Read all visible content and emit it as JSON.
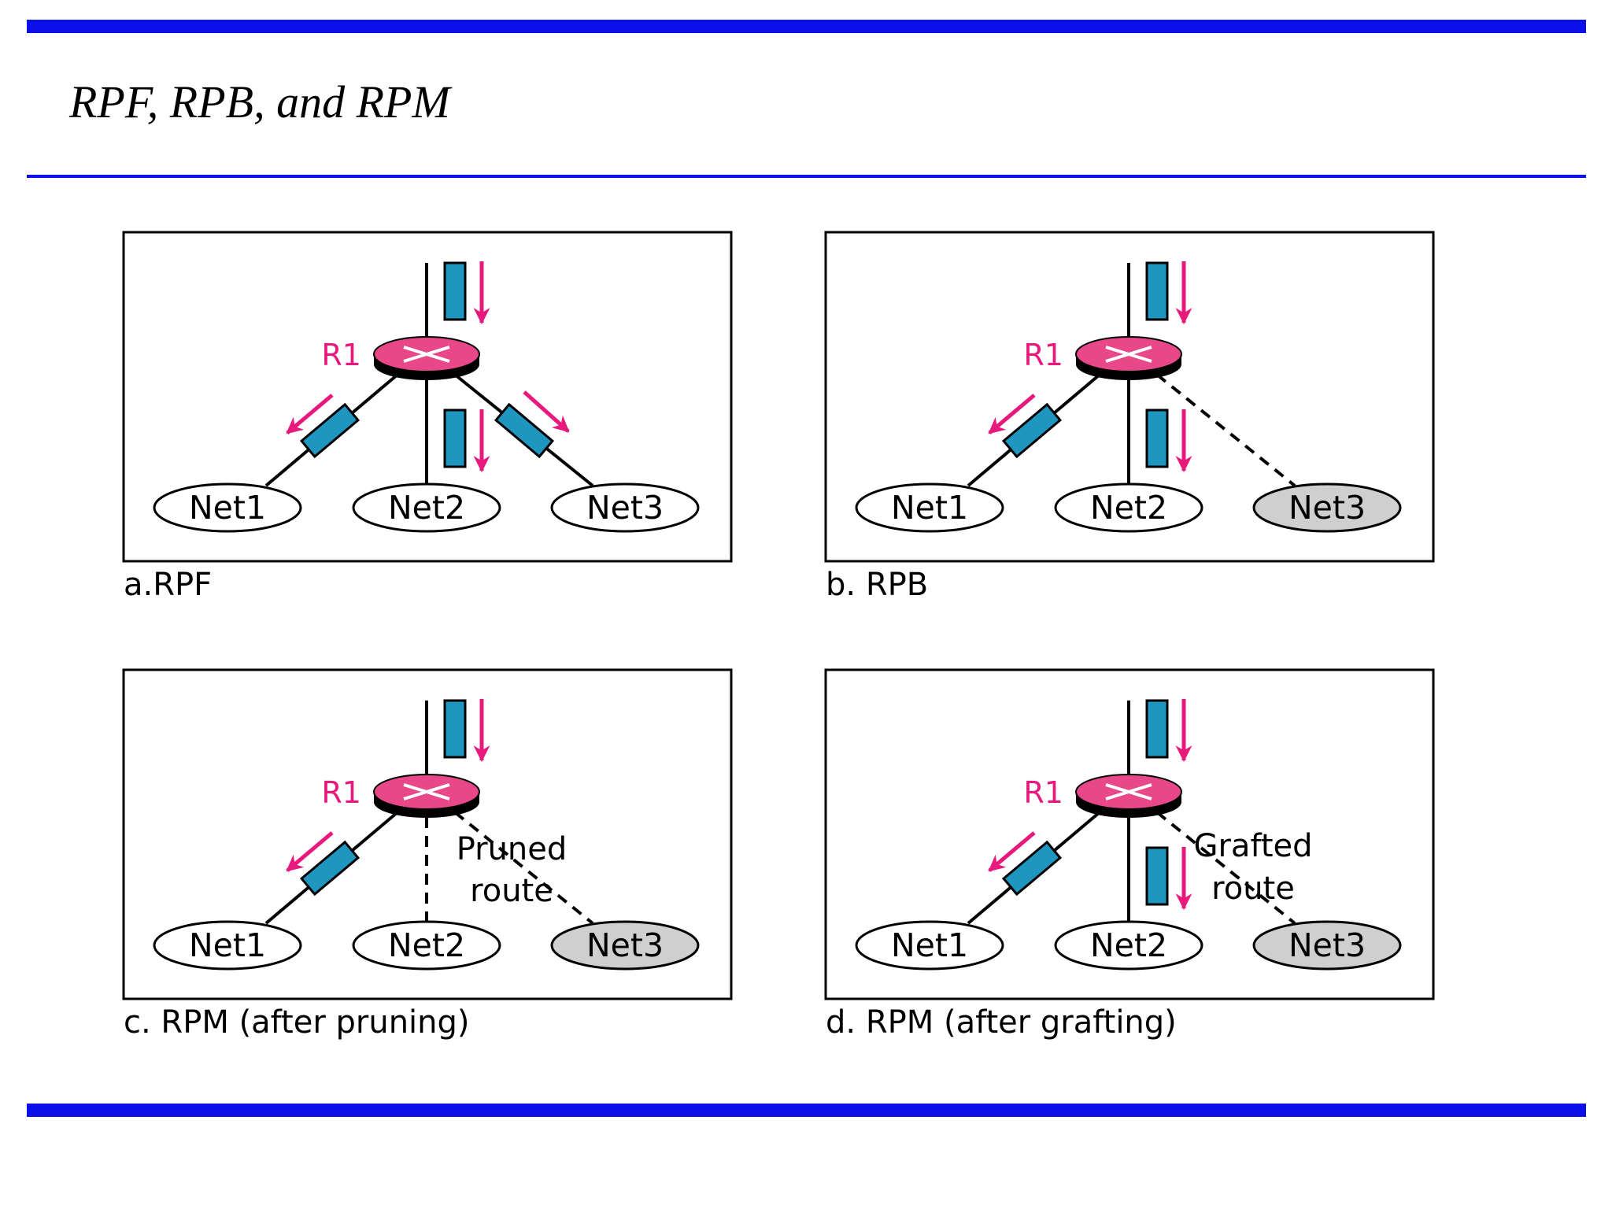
{
  "slide": {
    "title": "RPF, RPB, and RPM"
  },
  "router_label": "R1",
  "networks": [
    "Net1",
    "Net2",
    "Net3"
  ],
  "panels": [
    {
      "caption": "a.RPF",
      "links": [
        "solid",
        "solid",
        "solid"
      ],
      "packets": [
        true,
        true,
        true
      ],
      "gray_nets": [
        false,
        false,
        false
      ],
      "note": []
    },
    {
      "caption": "b. RPB",
      "links": [
        "solid",
        "solid",
        "dashed"
      ],
      "packets": [
        true,
        true,
        false
      ],
      "gray_nets": [
        false,
        false,
        true
      ],
      "note": []
    },
    {
      "caption": "c. RPM (after pruning)",
      "links": [
        "solid",
        "dashed",
        "dashed"
      ],
      "packets": [
        true,
        false,
        false
      ],
      "gray_nets": [
        false,
        false,
        true
      ],
      "note": [
        "Pruned",
        "route"
      ]
    },
    {
      "caption": "d. RPM (after grafting)",
      "links": [
        "solid",
        "solid",
        "dashed"
      ],
      "packets": [
        true,
        true,
        false
      ],
      "gray_nets": [
        false,
        false,
        true
      ],
      "note": [
        "Grafted",
        "route"
      ]
    }
  ],
  "colors": {
    "rule": "#0b10e8",
    "router": "#e8488a",
    "arrow": "#e8197d",
    "packet": "#1f96c0",
    "gray_net": "#cfcfcf"
  }
}
